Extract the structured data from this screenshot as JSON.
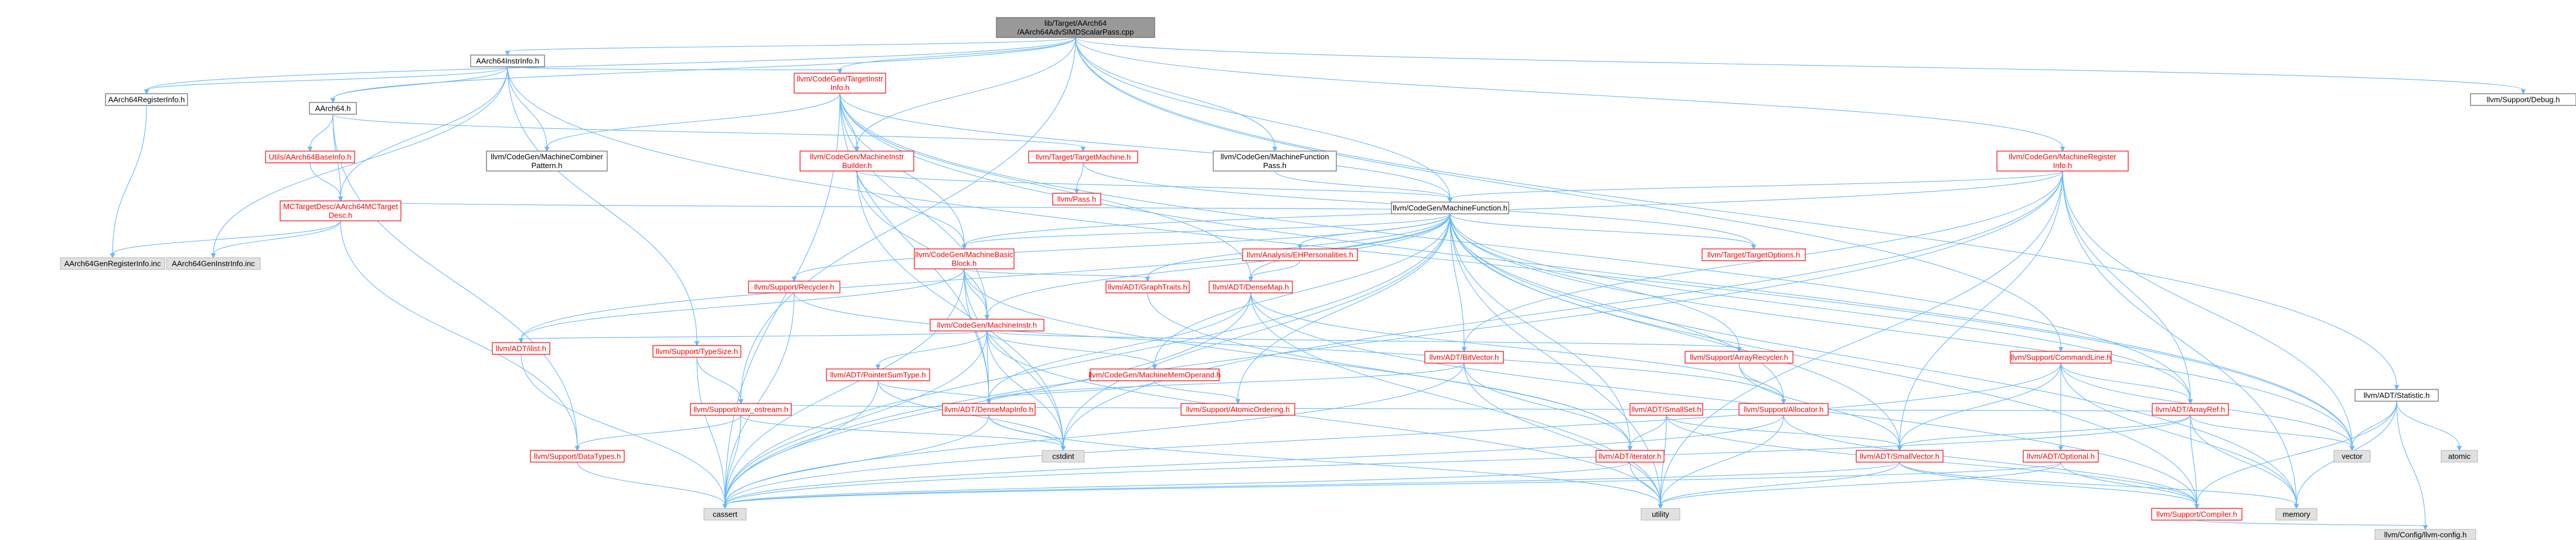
{
  "diagram": {
    "type": "include-dependency-graph",
    "colors": {
      "edge": "#63b8ff",
      "border_red": "#ff0000",
      "border_gray": "#666666",
      "root_fill": "#999999",
      "external_fill": "#e0e0e0",
      "text_red": "#ff0000",
      "text_black": "#000000"
    },
    "nodes": [
      {
        "id": "root",
        "lines": [
          "lib/Target/AArch64",
          "/AArch64AdvSIMDScalarPass.cpp"
        ],
        "style": "root"
      },
      {
        "id": "instrinfo",
        "lines": [
          "AArch64InstrInfo.h"
        ],
        "style": "plain"
      },
      {
        "id": "reginfo",
        "lines": [
          "AArch64RegisterInfo.h"
        ],
        "style": "plain"
      },
      {
        "id": "aarch64h",
        "lines": [
          "AArch64.h"
        ],
        "style": "plain"
      },
      {
        "id": "utilsbase",
        "lines": [
          "Utils/AArch64BaseInfo.h"
        ],
        "style": "red"
      },
      {
        "id": "mcdesc",
        "lines": [
          "MCTargetDesc/AArch64MCTarget",
          "Desc.h"
        ],
        "style": "red"
      },
      {
        "id": "genreg",
        "lines": [
          "AArch64GenRegisterInfo.inc"
        ],
        "style": "external"
      },
      {
        "id": "geninstr",
        "lines": [
          "AArch64GenInstrInfo.inc"
        ],
        "style": "external"
      },
      {
        "id": "tgtinstr",
        "lines": [
          "llvm/CodeGen/TargetInstr",
          "Info.h"
        ],
        "style": "red"
      },
      {
        "id": "mcombiner",
        "lines": [
          "llvm/CodeGen/MachineCombiner",
          "Pattern.h"
        ],
        "style": "plain"
      },
      {
        "id": "mibuilder",
        "lines": [
          "llvm/CodeGen/MachineInstr",
          "Builder.h"
        ],
        "style": "red"
      },
      {
        "id": "tgtmachine",
        "lines": [
          "llvm/Target/TargetMachine.h"
        ],
        "style": "red"
      },
      {
        "id": "pass",
        "lines": [
          "llvm/Pass.h"
        ],
        "style": "red"
      },
      {
        "id": "mfpass",
        "lines": [
          "llvm/CodeGen/MachineFunction",
          "Pass.h"
        ],
        "style": "plain"
      },
      {
        "id": "mfunc",
        "lines": [
          "llvm/CodeGen/MachineFunction.h"
        ],
        "style": "plain"
      },
      {
        "id": "mreginfo",
        "lines": [
          "llvm/CodeGen/MachineRegister",
          "Info.h"
        ],
        "style": "red"
      },
      {
        "id": "debug",
        "lines": [
          "llvm/Support/Debug.h"
        ],
        "style": "plain"
      },
      {
        "id": "statistic",
        "lines": [
          "llvm/ADT/Statistic.h"
        ],
        "style": "plain"
      },
      {
        "id": "mbb",
        "lines": [
          "llvm/CodeGen/MachineBasic",
          "Block.h"
        ],
        "style": "red"
      },
      {
        "id": "ehpers",
        "lines": [
          "llvm/Analysis/EHPersonalities.h"
        ],
        "style": "red"
      },
      {
        "id": "tgtopts",
        "lines": [
          "llvm/Target/TargetOptions.h"
        ],
        "style": "red"
      },
      {
        "id": "recycler",
        "lines": [
          "llvm/Support/Recycler.h"
        ],
        "style": "red"
      },
      {
        "id": "graphtraits",
        "lines": [
          "llvm/ADT/GraphTraits.h"
        ],
        "style": "red"
      },
      {
        "id": "densemap",
        "lines": [
          "llvm/ADT/DenseMap.h"
        ],
        "style": "red"
      },
      {
        "id": "minstr",
        "lines": [
          "llvm/CodeGen/MachineInstr.h"
        ],
        "style": "red"
      },
      {
        "id": "ilist",
        "lines": [
          "llvm/ADT/ilist.h"
        ],
        "style": "red"
      },
      {
        "id": "typesize",
        "lines": [
          "llvm/Support/TypeSize.h"
        ],
        "style": "red"
      },
      {
        "id": "ptrsum",
        "lines": [
          "llvm/ADT/PointerSumType.h"
        ],
        "style": "red"
      },
      {
        "id": "mmemop",
        "lines": [
          "llvm/CodeGen/MachineMemOperand.h"
        ],
        "style": "red"
      },
      {
        "id": "bitvector",
        "lines": [
          "llvm/ADT/BitVector.h"
        ],
        "style": "red"
      },
      {
        "id": "arrayrecycler",
        "lines": [
          "llvm/Support/ArrayRecycler.h"
        ],
        "style": "red"
      },
      {
        "id": "cmdline",
        "lines": [
          "llvm/Support/CommandLine.h"
        ],
        "style": "red"
      },
      {
        "id": "rawostream",
        "lines": [
          "llvm/Support/raw_ostream.h"
        ],
        "style": "red"
      },
      {
        "id": "densemapinfo",
        "lines": [
          "llvm/ADT/DenseMapInfo.h"
        ],
        "style": "red"
      },
      {
        "id": "atomicordering",
        "lines": [
          "llvm/Support/AtomicOrdering.h"
        ],
        "style": "red"
      },
      {
        "id": "smallset",
        "lines": [
          "llvm/ADT/SmallSet.h"
        ],
        "style": "red"
      },
      {
        "id": "allocator",
        "lines": [
          "llvm/Support/Allocator.h"
        ],
        "style": "red"
      },
      {
        "id": "arrayref",
        "lines": [
          "llvm/ADT/ArrayRef.h"
        ],
        "style": "red"
      },
      {
        "id": "datatypes",
        "lines": [
          "llvm/Support/DataTypes.h"
        ],
        "style": "red"
      },
      {
        "id": "cstdint",
        "lines": [
          "cstdint"
        ],
        "style": "external"
      },
      {
        "id": "iterator",
        "lines": [
          "llvm/ADT/iterator.h"
        ],
        "style": "red"
      },
      {
        "id": "smallvector",
        "lines": [
          "llvm/ADT/SmallVector.h"
        ],
        "style": "red"
      },
      {
        "id": "optional",
        "lines": [
          "llvm/ADT/Optional.h"
        ],
        "style": "red"
      },
      {
        "id": "vector",
        "lines": [
          "vector"
        ],
        "style": "external"
      },
      {
        "id": "atomic",
        "lines": [
          "atomic"
        ],
        "style": "external"
      },
      {
        "id": "cassert",
        "lines": [
          "cassert"
        ],
        "style": "external"
      },
      {
        "id": "utility",
        "lines": [
          "utility"
        ],
        "style": "external"
      },
      {
        "id": "memory",
        "lines": [
          "memory"
        ],
        "style": "external"
      },
      {
        "id": "compiler",
        "lines": [
          "llvm/Support/Compiler.h"
        ],
        "style": "red"
      },
      {
        "id": "config",
        "lines": [
          "llvm/Config/llvm-config.h"
        ],
        "style": "external"
      }
    ],
    "edges": [
      [
        "root",
        "instrinfo"
      ],
      [
        "root",
        "reginfo"
      ],
      [
        "root",
        "aarch64h"
      ],
      [
        "root",
        "tgtinstr"
      ],
      [
        "root",
        "mibuilder"
      ],
      [
        "root",
        "mfpass"
      ],
      [
        "root",
        "mfunc"
      ],
      [
        "root",
        "mreginfo"
      ],
      [
        "root",
        "debug"
      ],
      [
        "root",
        "statistic"
      ],
      [
        "root",
        "rawostream"
      ],
      [
        "root",
        "cmdline"
      ],
      [
        "instrinfo",
        "reginfo"
      ],
      [
        "instrinfo",
        "aarch64h"
      ],
      [
        "instrinfo",
        "tgtinstr"
      ],
      [
        "instrinfo",
        "mcombiner"
      ],
      [
        "instrinfo",
        "mcdesc"
      ],
      [
        "instrinfo",
        "geninstr"
      ],
      [
        "instrinfo",
        "vector"
      ],
      [
        "instrinfo",
        "typesize"
      ],
      [
        "reginfo",
        "genreg"
      ],
      [
        "aarch64h",
        "utilsbase"
      ],
      [
        "aarch64h",
        "mcdesc"
      ],
      [
        "aarch64h",
        "tgtmachine"
      ],
      [
        "aarch64h",
        "datatypes"
      ],
      [
        "utilsbase",
        "mcdesc"
      ],
      [
        "mcdesc",
        "genreg"
      ],
      [
        "mcdesc",
        "geninstr"
      ],
      [
        "mcdesc",
        "datatypes"
      ],
      [
        "mcdesc",
        "mfunc"
      ],
      [
        "tgtinstr",
        "mcombiner"
      ],
      [
        "tgtinstr",
        "mibuilder"
      ],
      [
        "tgtinstr",
        "mbb"
      ],
      [
        "tgtinstr",
        "minstr"
      ],
      [
        "tgtinstr",
        "densemap"
      ],
      [
        "tgtinstr",
        "mfunc"
      ],
      [
        "tgtinstr",
        "cassert"
      ],
      [
        "tgtinstr",
        "arrayref"
      ],
      [
        "tgtinstr",
        "densemapinfo"
      ],
      [
        "tgtinstr",
        "vector"
      ],
      [
        "mibuilder",
        "mbb"
      ],
      [
        "mibuilder",
        "minstr"
      ],
      [
        "mibuilder",
        "mfunc"
      ],
      [
        "mibuilder",
        "cstdint"
      ],
      [
        "tgtmachine",
        "pass"
      ],
      [
        "tgtmachine",
        "tgtopts"
      ],
      [
        "mfpass",
        "mfunc"
      ],
      [
        "mreginfo",
        "mfunc"
      ],
      [
        "mreginfo",
        "mbb"
      ],
      [
        "mreginfo",
        "bitvector"
      ],
      [
        "mreginfo",
        "arrayref"
      ],
      [
        "mreginfo",
        "smallvector"
      ],
      [
        "mreginfo",
        "vector"
      ],
      [
        "mreginfo",
        "cassert"
      ],
      [
        "mreginfo",
        "memory"
      ],
      [
        "mreginfo",
        "utility"
      ],
      [
        "mreginfo",
        "cstdint"
      ],
      [
        "statistic",
        "vector"
      ],
      [
        "statistic",
        "atomic"
      ],
      [
        "statistic",
        "memory"
      ],
      [
        "statistic",
        "compiler"
      ],
      [
        "statistic",
        "config"
      ],
      [
        "mfunc",
        "mbb"
      ],
      [
        "mfunc",
        "ehpers"
      ],
      [
        "mfunc",
        "tgtopts"
      ],
      [
        "mfunc",
        "recycler"
      ],
      [
        "mfunc",
        "graphtraits"
      ],
      [
        "mfunc",
        "densemap"
      ],
      [
        "mfunc",
        "minstr"
      ],
      [
        "mfunc",
        "ilist"
      ],
      [
        "mfunc",
        "mmemop"
      ],
      [
        "mfunc",
        "bitvector"
      ],
      [
        "mfunc",
        "arrayrecycler"
      ],
      [
        "mfunc",
        "atomicordering"
      ],
      [
        "mfunc",
        "smallvector"
      ],
      [
        "mfunc",
        "arrayref"
      ],
      [
        "mfunc",
        "allocator"
      ],
      [
        "mfunc",
        "iterator"
      ],
      [
        "mfunc",
        "cassert"
      ],
      [
        "mfunc",
        "cstdint"
      ],
      [
        "mfunc",
        "memory"
      ],
      [
        "mfunc",
        "utility"
      ],
      [
        "mfunc",
        "vector"
      ],
      [
        "mfunc",
        "compiler"
      ],
      [
        "mbb",
        "graphtraits"
      ],
      [
        "mbb",
        "minstr"
      ],
      [
        "mbb",
        "ilist"
      ],
      [
        "mbb",
        "densemapinfo"
      ],
      [
        "mbb",
        "cassert"
      ],
      [
        "mbb",
        "cstdint"
      ],
      [
        "mbb",
        "iterator"
      ],
      [
        "ehpers",
        "densemap"
      ],
      [
        "recycler",
        "allocator"
      ],
      [
        "recycler",
        "cassert"
      ],
      [
        "graphtraits",
        "iterator"
      ],
      [
        "densemap",
        "densemapinfo"
      ],
      [
        "densemap",
        "allocator"
      ],
      [
        "densemap",
        "cassert"
      ],
      [
        "densemap",
        "utility"
      ],
      [
        "densemap",
        "compiler"
      ],
      [
        "minstr",
        "densemapinfo"
      ],
      [
        "minstr",
        "ptrsum"
      ],
      [
        "minstr",
        "arrayrecycler"
      ],
      [
        "minstr",
        "mmemop"
      ],
      [
        "minstr",
        "ilist"
      ],
      [
        "minstr",
        "cassert"
      ],
      [
        "minstr",
        "utility"
      ],
      [
        "minstr",
        "cstdint"
      ],
      [
        "ilist",
        "cassert"
      ],
      [
        "typesize",
        "rawostream"
      ],
      [
        "typesize",
        "cassert"
      ],
      [
        "ptrsum",
        "densemapinfo"
      ],
      [
        "ptrsum",
        "cassert"
      ],
      [
        "ptrsum",
        "cstdint"
      ],
      [
        "mmemop",
        "atomicordering"
      ],
      [
        "mmemop",
        "densemapinfo"
      ],
      [
        "bitvector",
        "densemapinfo"
      ],
      [
        "bitvector",
        "cassert"
      ],
      [
        "bitvector",
        "utility"
      ],
      [
        "bitvector",
        "iterator"
      ],
      [
        "arrayrecycler",
        "allocator"
      ],
      [
        "arrayrecycler",
        "smallvector"
      ],
      [
        "cmdline",
        "arrayref"
      ],
      [
        "cmdline",
        "smallvector"
      ],
      [
        "cmdline",
        "optional"
      ],
      [
        "cmdline",
        "cassert"
      ],
      [
        "cmdline",
        "vector"
      ],
      [
        "cmdline",
        "memory"
      ],
      [
        "rawostream",
        "datatypes"
      ],
      [
        "rawostream",
        "cassert"
      ],
      [
        "rawostream",
        "cstdint"
      ],
      [
        "rawostream",
        "arrayref"
      ],
      [
        "densemapinfo",
        "cassert"
      ],
      [
        "densemapinfo",
        "cstdint"
      ],
      [
        "densemapinfo",
        "utility"
      ],
      [
        "smallset",
        "iterator"
      ],
      [
        "smallset",
        "smallvector"
      ],
      [
        "smallset",
        "compiler"
      ],
      [
        "smallset",
        "utility"
      ],
      [
        "allocator",
        "compiler"
      ],
      [
        "allocator",
        "utility"
      ],
      [
        "allocator",
        "cassert"
      ],
      [
        "arrayref",
        "smallvector"
      ],
      [
        "arrayref",
        "compiler"
      ],
      [
        "arrayref",
        "vector"
      ],
      [
        "arrayref",
        "memory"
      ],
      [
        "arrayref",
        "cassert"
      ],
      [
        "iterator",
        "cassert"
      ],
      [
        "iterator",
        "utility"
      ],
      [
        "smallvector",
        "compiler"
      ],
      [
        "smallvector",
        "cassert"
      ],
      [
        "smallvector",
        "utility"
      ],
      [
        "smallvector",
        "memory"
      ],
      [
        "optional",
        "compiler"
      ],
      [
        "optional",
        "utility"
      ],
      [
        "optional",
        "cassert"
      ],
      [
        "compiler",
        "config"
      ],
      [
        "datatypes",
        "cassert"
      ]
    ]
  }
}
